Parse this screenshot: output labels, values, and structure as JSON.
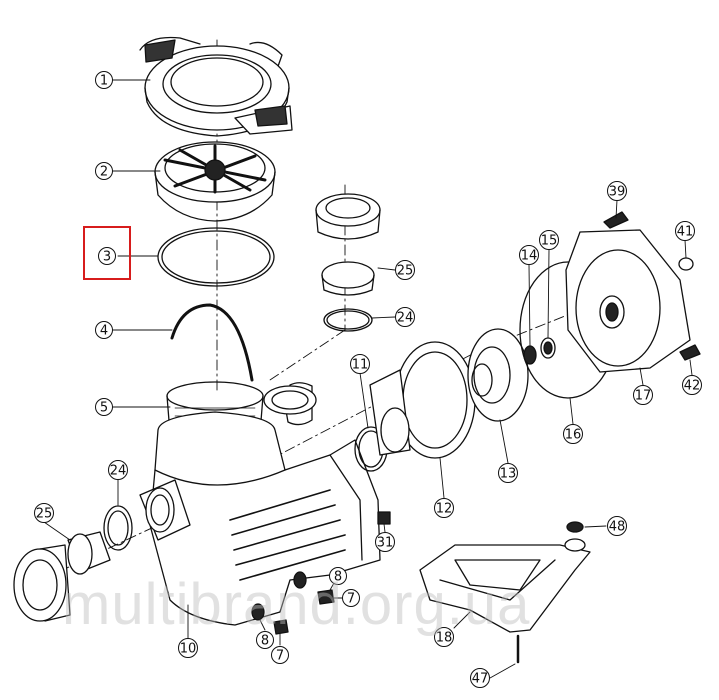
{
  "diagram": {
    "callouts": [
      "1",
      "2",
      "3",
      "4",
      "5",
      "10",
      "24",
      "25",
      "24",
      "25",
      "11",
      "12",
      "13",
      "14",
      "15",
      "16",
      "39",
      "41",
      "17",
      "42",
      "31",
      "8",
      "7",
      "8",
      "7",
      "48",
      "18",
      "47"
    ],
    "highlight": "3",
    "watermark": "multibrand.org.ua"
  },
  "colors": {
    "line": "#111111",
    "highlight": "#d71c1c",
    "watermark": "#bdbdbd"
  }
}
